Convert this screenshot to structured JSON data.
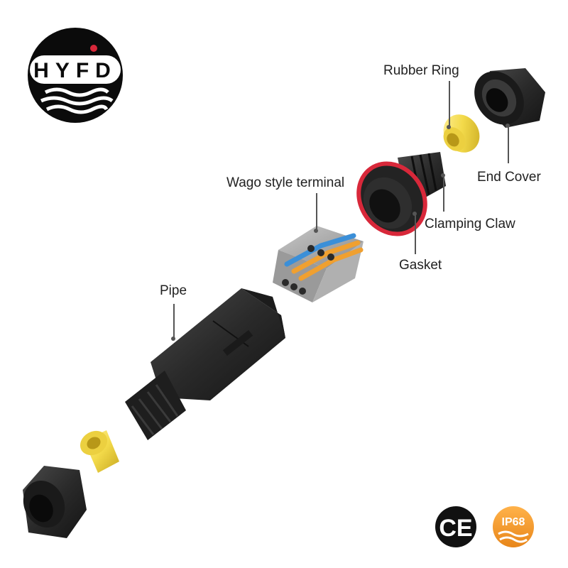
{
  "logo": {
    "text": "HYFD"
  },
  "labels": {
    "rubber_ring": "Rubber Ring",
    "end_cover": "End Cover",
    "clamping_claw": "Clamping Claw",
    "gasket": "Gasket",
    "wago_terminal": "Wago style terminal",
    "pipe": "Pipe"
  },
  "badges": {
    "ce": "CE",
    "ip": "IP68"
  },
  "colors": {
    "part_dark": "#2a2a2a",
    "rubber_yellow": "#f3da4a",
    "gasket_red": "#d8283a",
    "terminal_blue": "#3b8fd8",
    "terminal_orange": "#f0a030",
    "ip_badge": "#f39a2a",
    "ce_badge": "#111111"
  }
}
